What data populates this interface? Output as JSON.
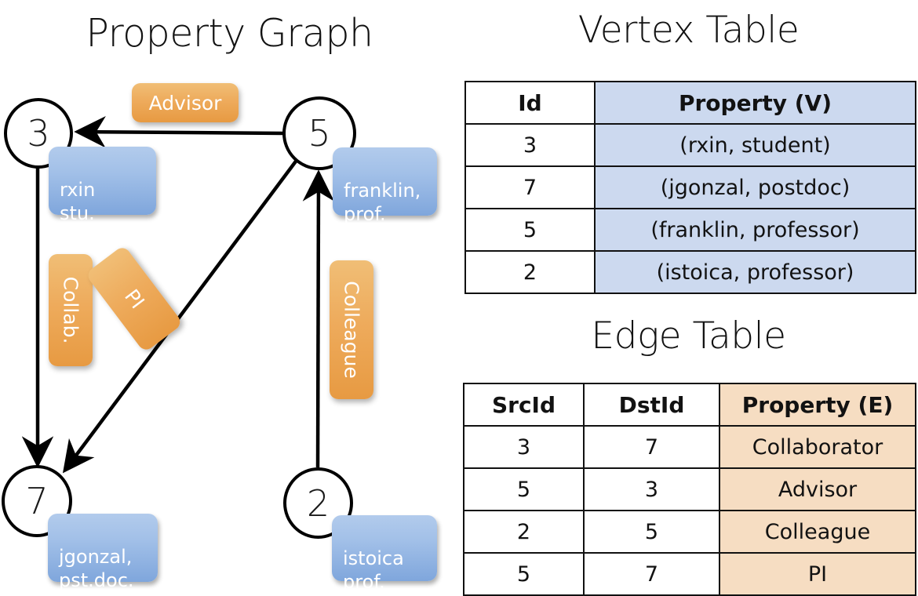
{
  "titles": {
    "property_graph": "Property Graph",
    "vertex_table": "Vertex Table",
    "edge_table": "Edge Table"
  },
  "graph": {
    "nodes": [
      {
        "id": "3",
        "label": "3",
        "property_label": "rxin\nstu."
      },
      {
        "id": "5",
        "label": "5",
        "property_label": "franklin,\nprof."
      },
      {
        "id": "7",
        "label": "7",
        "property_label": "jgonzal,\npst.doc."
      },
      {
        "id": "2",
        "label": "2",
        "property_label": "istoica\nprof."
      }
    ],
    "edge_labels": [
      {
        "id": "advisor",
        "text": "Advisor"
      },
      {
        "id": "collab",
        "text": "Collab."
      },
      {
        "id": "pi",
        "text": "PI"
      },
      {
        "id": "colleague",
        "text": "Colleague"
      }
    ],
    "edges": [
      {
        "from": "5",
        "to": "3",
        "label": "Advisor"
      },
      {
        "from": "3",
        "to": "7",
        "label": "Collab."
      },
      {
        "from": "5",
        "to": "7",
        "label": "PI"
      },
      {
        "from": "2",
        "to": "5",
        "label": "Colleague"
      }
    ]
  },
  "vertex_table": {
    "headers": [
      "Id",
      "Property (V)"
    ],
    "rows": [
      {
        "id": "3",
        "property": "(rxin, student)"
      },
      {
        "id": "7",
        "property": "(jgonzal, postdoc)"
      },
      {
        "id": "5",
        "property": "(franklin, professor)"
      },
      {
        "id": "2",
        "property": "(istoica, professor)"
      }
    ]
  },
  "edge_table": {
    "headers": [
      "SrcId",
      "DstId",
      "Property (E)"
    ],
    "rows": [
      {
        "src": "3",
        "dst": "7",
        "property": "Collaborator"
      },
      {
        "src": "5",
        "dst": "3",
        "property": "Advisor"
      },
      {
        "src": "2",
        "dst": "5",
        "property": "Colleague"
      },
      {
        "src": "5",
        "dst": "7",
        "property": "PI"
      }
    ]
  },
  "colors": {
    "vertex_property_fill": "#ccd9ef",
    "edge_property_fill": "#f6ddc2",
    "node_box_blue": "#7fa6dc",
    "edge_badge_orange": "#eeab5c",
    "stroke": "#111111",
    "background": "#ffffff"
  }
}
